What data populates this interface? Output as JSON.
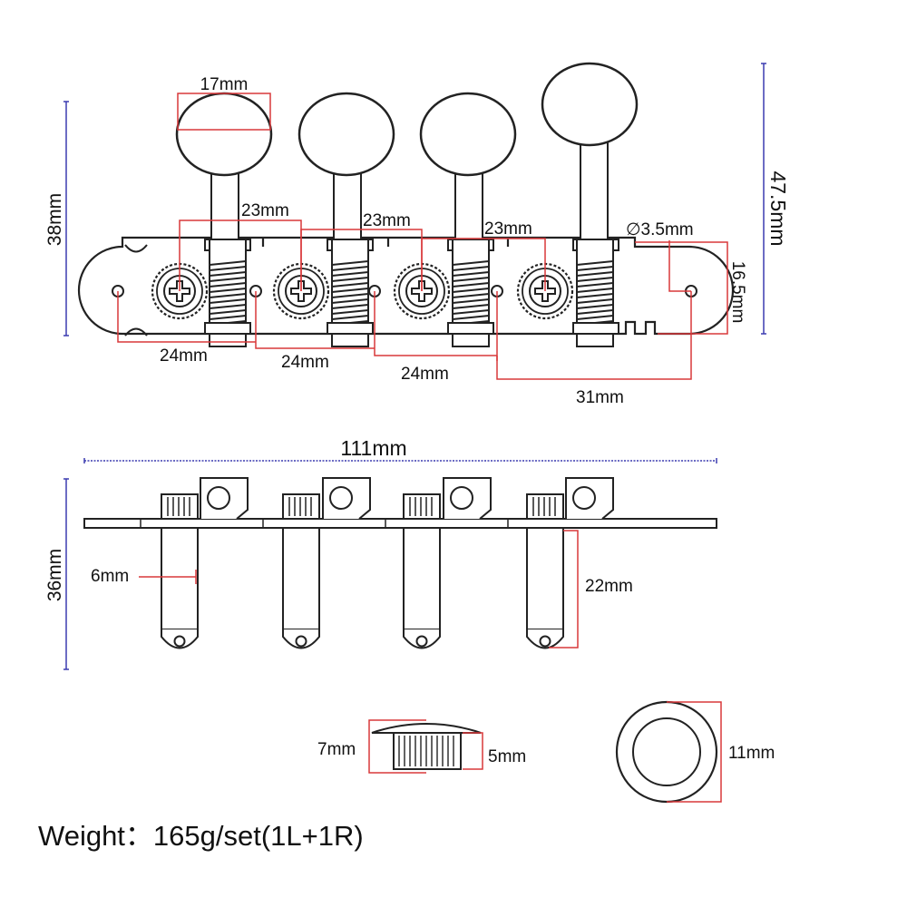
{
  "top_view": {
    "knob_width": "17mm",
    "spacing_1": "23mm",
    "spacing_2": "23mm",
    "spacing_3": "23mm",
    "hole_diameter": "∅3.5mm",
    "plate_height": "38mm",
    "total_height": "47.5mm",
    "end_height": "16.5mm",
    "hole_spacing_1": "24mm",
    "hole_spacing_2": "24mm",
    "hole_spacing_3": "24mm",
    "end_spacing": "31mm"
  },
  "side_view": {
    "total_length": "111mm",
    "height": "36mm",
    "post_diameter": "6mm",
    "post_length": "22mm"
  },
  "bushing": {
    "height_outer": "7mm",
    "height_inner": "5mm",
    "diameter": "11mm"
  },
  "weight": "Weight：165g/set(1L+1R)",
  "colors": {
    "outline": "#222222",
    "dimension_red": "#d9383a",
    "dimension_blue": "#3b3bb0",
    "fill": "#ffffff"
  }
}
